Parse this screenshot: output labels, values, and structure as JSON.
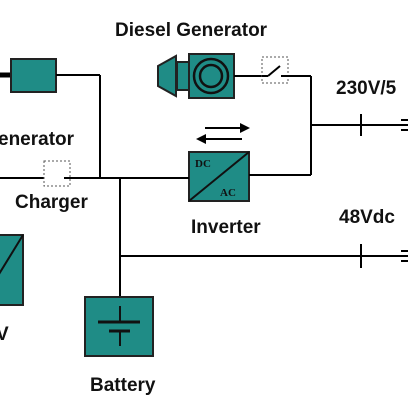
{
  "labels": {
    "diesel_generator": "Diesel Generator",
    "generator_partial": "enerator",
    "charger": "Charger",
    "inverter": "Inverter",
    "inverter_dc": "DC",
    "inverter_ac": "AC",
    "ac_output": "230V/5",
    "dc_output": "48Vdc",
    "battery": "Battery",
    "pv_partial": "V"
  },
  "colors": {
    "block_fill": "#1f8c86",
    "wire": "#000000",
    "text": "#111111"
  }
}
